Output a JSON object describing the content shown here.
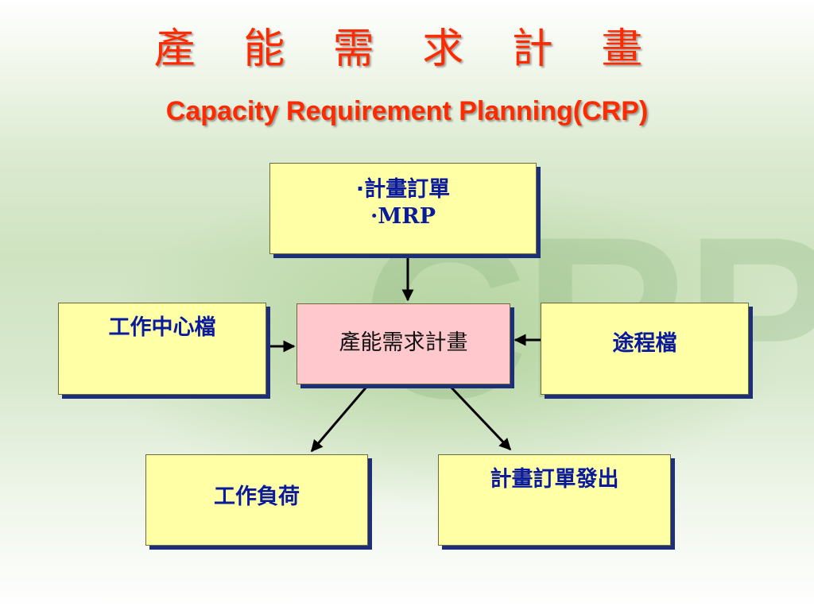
{
  "title": {
    "chinese": "產 能 需 求 計 畫",
    "english": "Capacity Requirement Planning(CRP)"
  },
  "watermark": "CRP",
  "nodes": {
    "planned_orders": {
      "line1": "·計畫訂單",
      "line2": "·MRP"
    },
    "work_center": {
      "label": "工作中心檔"
    },
    "crp": {
      "label": "產能需求計畫"
    },
    "routing": {
      "label": "途程檔"
    },
    "work_load": {
      "label": "工作負荷"
    },
    "order_release": {
      "label": "計畫訂單發出"
    }
  },
  "colors": {
    "title": "#ff2a00",
    "box_text": "#0a1a9c",
    "box_fill": "#ffffa6",
    "center_fill": "#ffc8cc",
    "shadow": "#1e2f7a"
  }
}
